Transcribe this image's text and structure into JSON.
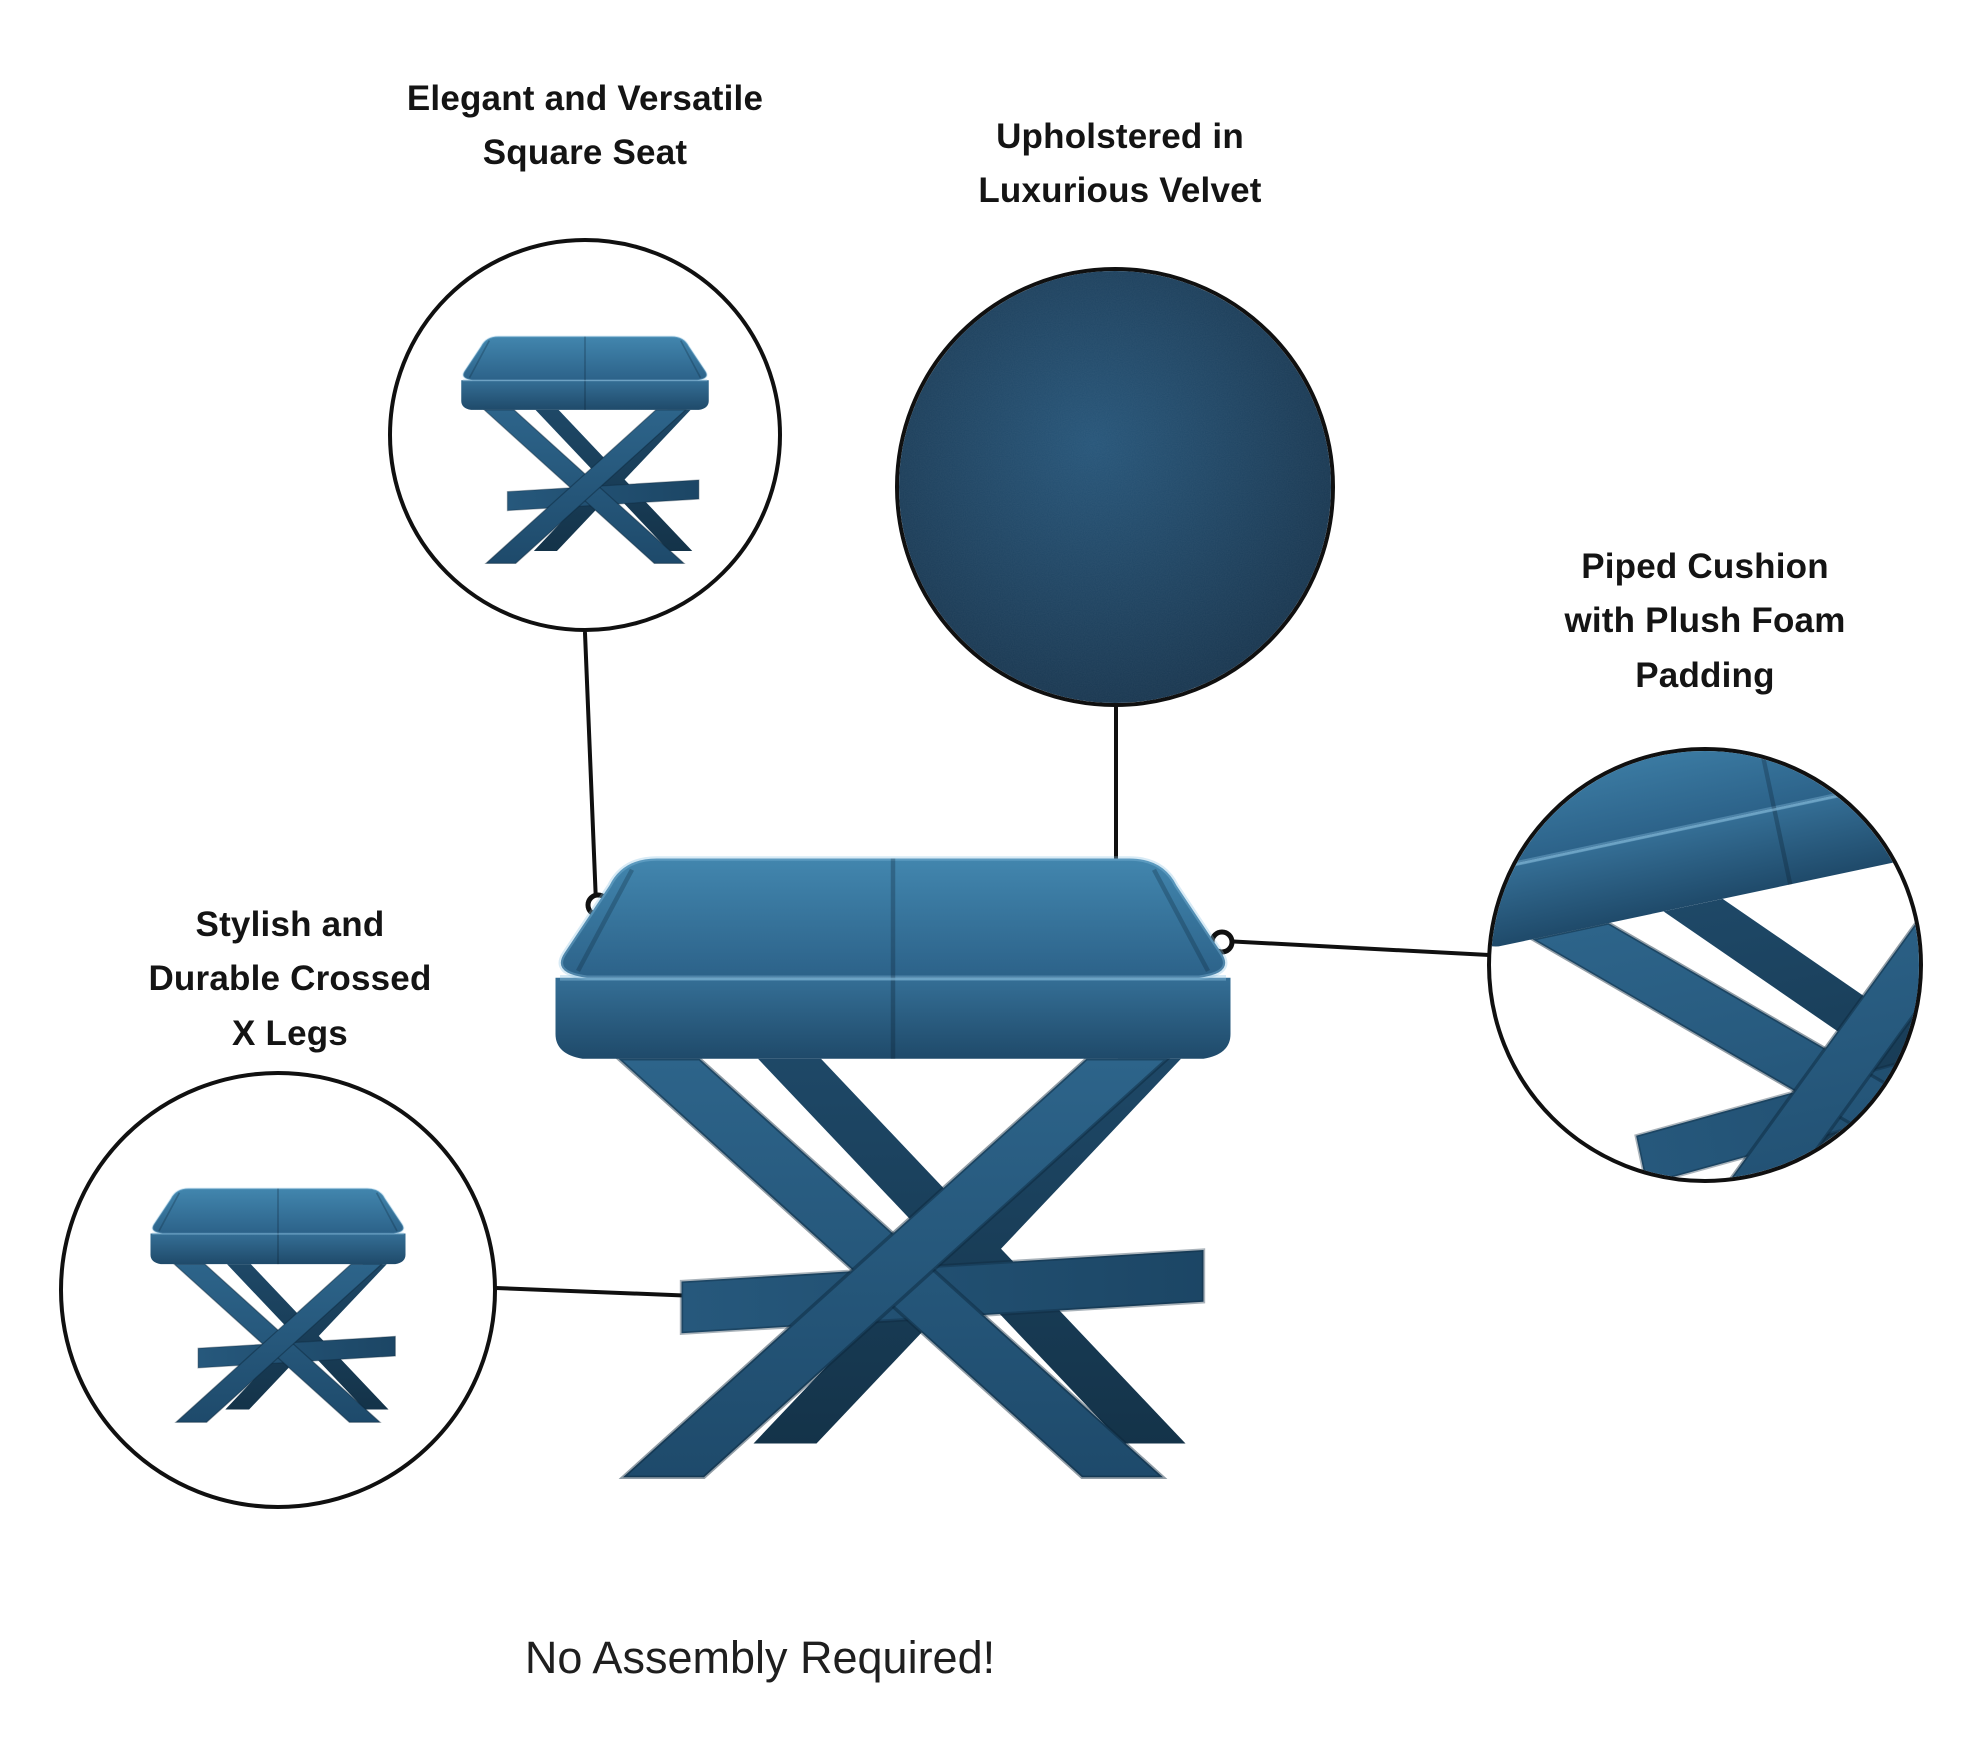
{
  "page": {
    "background": "#ffffff"
  },
  "callouts": {
    "square_seat": {
      "line1": "Elegant and Versatile",
      "line2": "Square Seat"
    },
    "velvet": {
      "line1": "Upholstered in",
      "line2": "Luxurious Velvet"
    },
    "piped_cushion": {
      "line1": "Piped Cushion",
      "line2": "with Plush Foam",
      "line3": "Padding"
    },
    "x_legs": {
      "line1": "Stylish and",
      "line2": "Durable Crossed",
      "line3": "X Legs"
    }
  },
  "footer": {
    "text": "No Assembly Required!"
  },
  "colors": {
    "velvet_light": "#4286ae",
    "velvet_mid": "#2b6287",
    "velvet_dark": "#1d4563",
    "swatch_center": "#265579",
    "swatch_edge": "#152f46",
    "callout_line": "#101010",
    "text": "#141414"
  },
  "images": {
    "main": "x-base-velvet-stool",
    "square_seat_inset": "stool-full-view-inset",
    "velvet_inset": "velvet-fabric-swatch",
    "piped_cushion_inset": "cushion-corner-closeup",
    "x_legs_inset": "stool-x-legs-inset"
  }
}
